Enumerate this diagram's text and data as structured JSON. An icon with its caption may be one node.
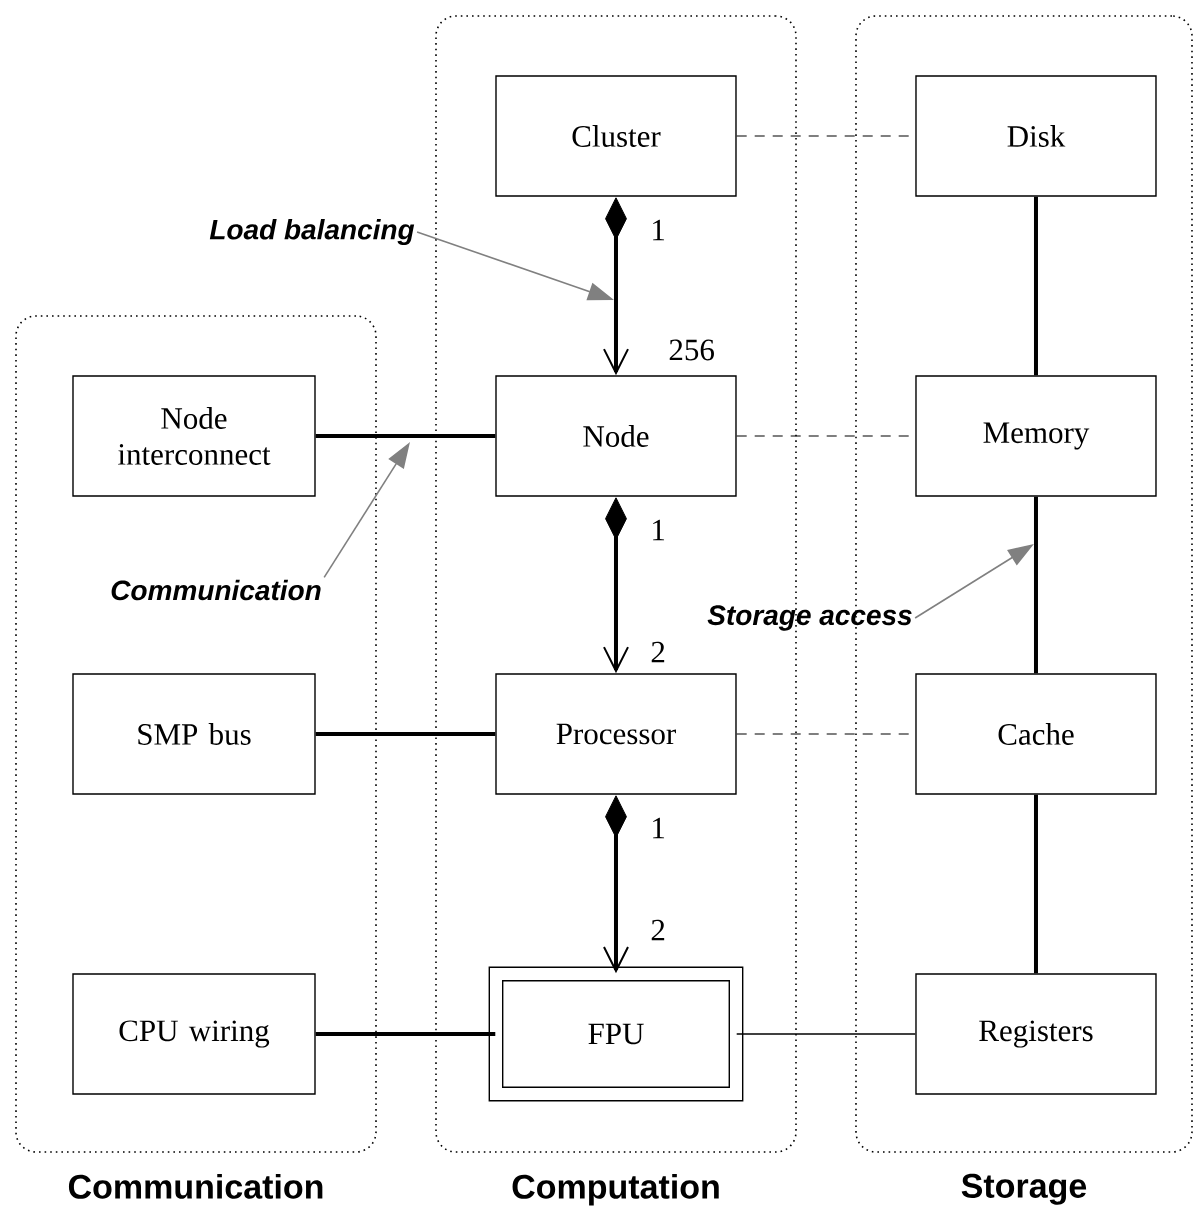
{
  "diagram": {
    "nodes": [
      {
        "text": [
          "Computation"
        ]
      },
      {
        "text": [
          "Cluster"
        ],
        "in": 0
      },
      {
        "text": [
          "Node"
        ],
        "in": 0
      },
      {
        "text": [
          "Processor"
        ],
        "in": 0
      },
      {
        "text": [
          "FPU"
        ],
        "in": 0
      },
      {
        "text": [
          "Storage"
        ]
      },
      {
        "text": [
          "Disk"
        ],
        "in": 5
      },
      {
        "text": [
          "Memory"
        ],
        "in": 5
      },
      {
        "text": [
          "Cache"
        ],
        "in": 5
      },
      {
        "text": [
          "Registers"
        ],
        "in": 5
      },
      {
        "text": [
          "Communication"
        ]
      },
      {
        "text": [
          "Node interconnect"
        ],
        "in": 10
      },
      {
        "text": [
          "SMP bus"
        ],
        "in": 10
      },
      {
        "text": [
          "CPU wiring"
        ],
        "in": 10
      },
      {
        "text": [
          "Load balancing"
        ]
      },
      {
        "text": [
          "Communication"
        ],
        "in": 10
      },
      {
        "text": [
          "Storage access"
        ]
      }
    ],
    "edges": [
      {
        "from": 1,
        "to": 6,
        "arrow": "none",
        "style": "dashed"
      },
      {
        "from": 2,
        "to": 7,
        "arrow": "none",
        "style": "dashed"
      },
      {
        "from": 3,
        "to": 8,
        "arrow": "none",
        "style": "dashed"
      },
      {
        "from": 4,
        "to": 9,
        "arrow": "none"
      },
      {
        "from": 1,
        "to": 2,
        "arrow": "to"
      },
      {
        "from": 2,
        "to": 3,
        "arrow": "to"
      },
      {
        "from": 3,
        "to": 4,
        "arrow": "to"
      },
      {
        "from": 6,
        "to": 7,
        "arrow": "none"
      },
      {
        "from": 7,
        "to": 8,
        "arrow": "none"
      },
      {
        "from": 8,
        "to": 9,
        "arrow": "none"
      },
      {
        "from": 11,
        "to": 2,
        "arrow": "none"
      },
      {
        "from": 12,
        "to": 3,
        "arrow": "none"
      },
      {
        "from": 13,
        "to": 4,
        "arrow": "none"
      },
      {
        "from": 14,
        "to": null,
        "arrow": "to",
        "color": "#808080"
      },
      {
        "from": 15,
        "to": null,
        "arrow": "to",
        "color": "#808080"
      },
      {
        "from": 16,
        "to": null,
        "arrow": "to",
        "color": "#808080"
      }
    ],
    "labels": [
      "1",
      "256",
      "1",
      "2",
      "1",
      "2"
    ]
  }
}
